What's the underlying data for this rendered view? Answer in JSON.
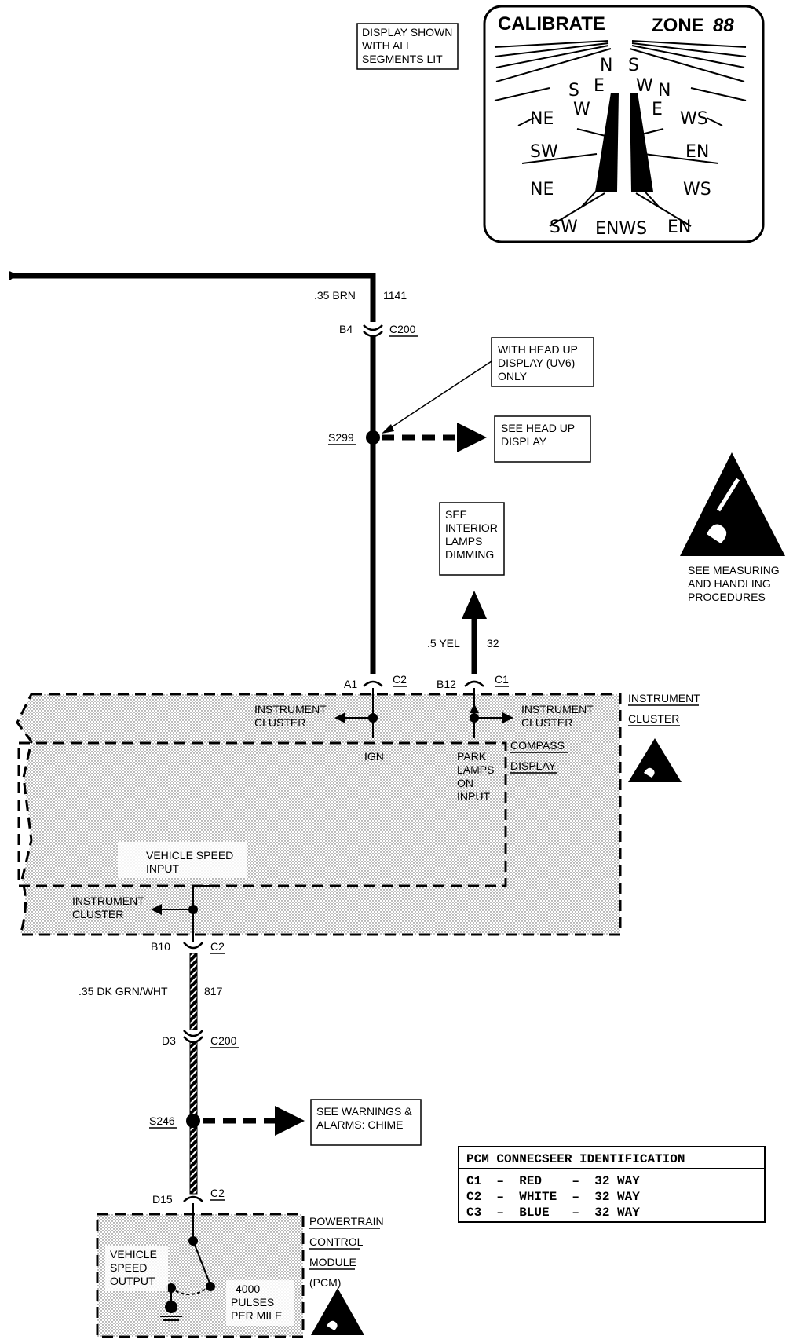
{
  "display_note": [
    "DISPLAY SHOWN",
    "WITH ALL",
    "SEGMENTS LIT"
  ],
  "compass_display": {
    "title_left": "CALIBRATE",
    "title_right": "ZONE",
    "zone_digits": "88",
    "directions_left": [
      "N",
      "E",
      "S",
      "W",
      "NE",
      "SW",
      "NE",
      "SW"
    ],
    "directions_right": [
      "S",
      "W",
      "N",
      "E",
      "WS",
      "EN",
      "WS",
      "EN"
    ],
    "bottom_row": "ENWS"
  },
  "wires": {
    "top_wire": {
      "gauge_color": ".35 BRN",
      "circuit": "1141"
    },
    "yel_wire": {
      "gauge_color": ".5 YEL",
      "circuit": "32"
    },
    "grn_wire": {
      "gauge_color": ".35 DK GRN/WHT",
      "circuit": "817"
    }
  },
  "connectors": {
    "b4": "B4",
    "c200_top": "C200",
    "a1": "A1",
    "c2_a1": "C2",
    "b12": "B12",
    "c1_b12": "C1",
    "b10": "B10",
    "c2_b10": "C2",
    "d3": "D3",
    "c200_bottom": "C200",
    "d15": "D15",
    "c2_d15": "C2"
  },
  "splices": {
    "s299": "S299",
    "s246": "S246"
  },
  "callouts": {
    "head_up_only": [
      "WITH HEAD UP",
      "DISPLAY (UV6)",
      "ONLY"
    ],
    "see_head_up": [
      "SEE HEAD UP",
      "DISPLAY"
    ],
    "see_interior": [
      "SEE",
      "INTERIOR",
      "LAMPS",
      "DIMMING"
    ],
    "see_warnings": [
      "SEE WARNINGS &",
      "ALARMS: CHIME"
    ],
    "esd_note": [
      "SEE  MEASURING",
      "AND HANDLING",
      "PROCEDURES"
    ]
  },
  "cluster": {
    "title": [
      "INSTRUMENT",
      "CLUSTER"
    ],
    "compass_title": [
      "COMPASS",
      "DISPLAY"
    ],
    "left_ref": [
      "INSTRUMENT",
      "CLUSTER"
    ],
    "right_ref": [
      "INSTRUMENT",
      "CLUSTER"
    ],
    "bottom_ref": [
      "INSTRUMENT",
      "CLUSTER"
    ],
    "ign": "IGN",
    "park_lamps": [
      "PARK",
      "LAMPS",
      "ON",
      "INPUT"
    ],
    "vehicle_speed_input": [
      "VEHICLE SPEED",
      "INPUT"
    ]
  },
  "pcm": {
    "title": [
      "POWERTRAIN",
      "CONTROL",
      "MODULE",
      "(PCM)"
    ],
    "output": [
      "VEHICLE",
      "SPEED",
      "OUTPUT"
    ],
    "pulses": [
      "4000",
      "PULSES",
      "PER MILE"
    ]
  },
  "pcm_table": {
    "title": "PCM CONNECSEER IDENTIFICATION",
    "rows": [
      "C1  –  RED    –  32 WAY",
      "C2  –  WHITE  –  32 WAY",
      "C3  –  BLUE   –  32 WAY"
    ]
  }
}
